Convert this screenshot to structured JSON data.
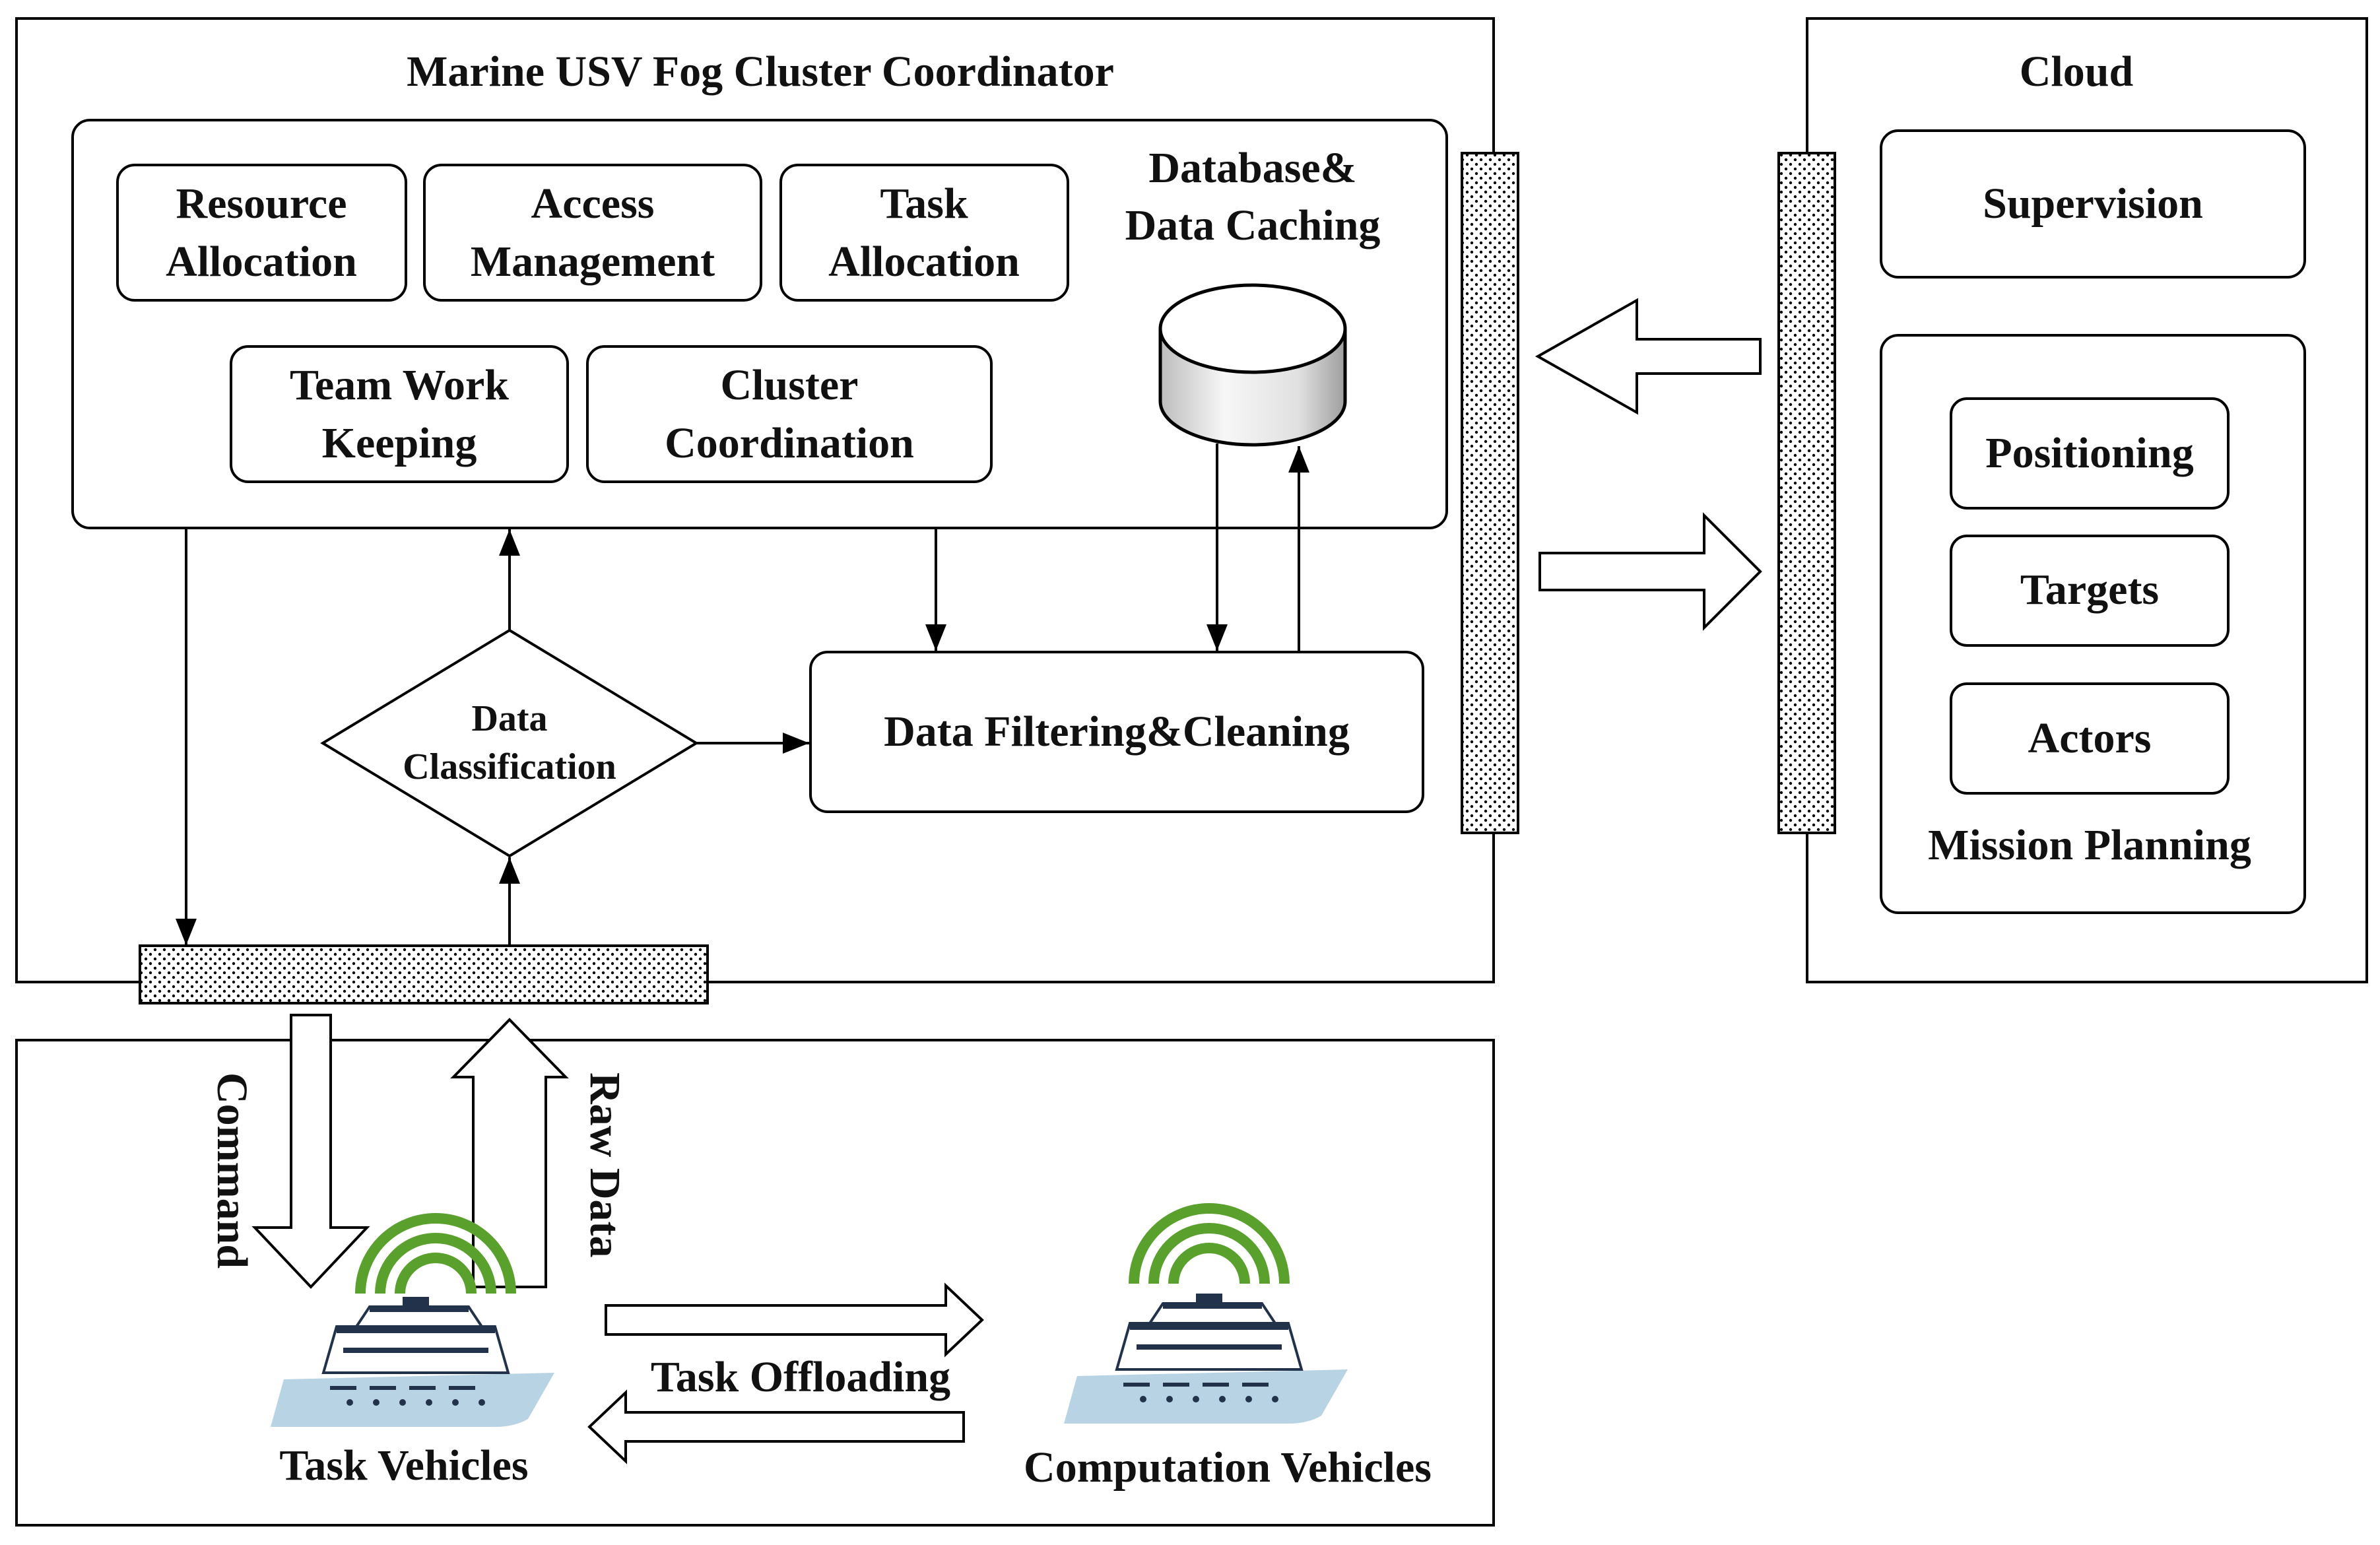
{
  "fog": {
    "title": "Marine USV Fog Cluster Coordinator",
    "modules": {
      "resource_allocation": [
        "Resource",
        "Allocation"
      ],
      "access_management": [
        "Access",
        "Management"
      ],
      "task_allocation": [
        "Task",
        "Allocation"
      ],
      "team_work_keeping": [
        "Team Work",
        "Keeping"
      ],
      "cluster_coordination": [
        "Cluster",
        "Coordination"
      ]
    },
    "database": [
      "Database&",
      "Data Caching"
    ],
    "data_classification": [
      "Data",
      "Classification"
    ],
    "data_filtering": "Data Filtering&Cleaning"
  },
  "cloud": {
    "title": "Cloud",
    "supervision": "Supervision",
    "positioning": "Positioning",
    "targets": "Targets",
    "actors": "Actors",
    "mission_planning": "Mission Planning"
  },
  "vehicles": {
    "command": "Command",
    "raw_data": "Raw Data",
    "task_offloading": "Task Offloading",
    "task_vehicles": "Task Vehicles",
    "computation_vehicles": "Computation Vehicles"
  },
  "colors": {
    "signal_green": "#5aa02c",
    "ship_hull": "#b8d3e4",
    "ship_cabin": "#22324a",
    "stroke": "#000000"
  }
}
